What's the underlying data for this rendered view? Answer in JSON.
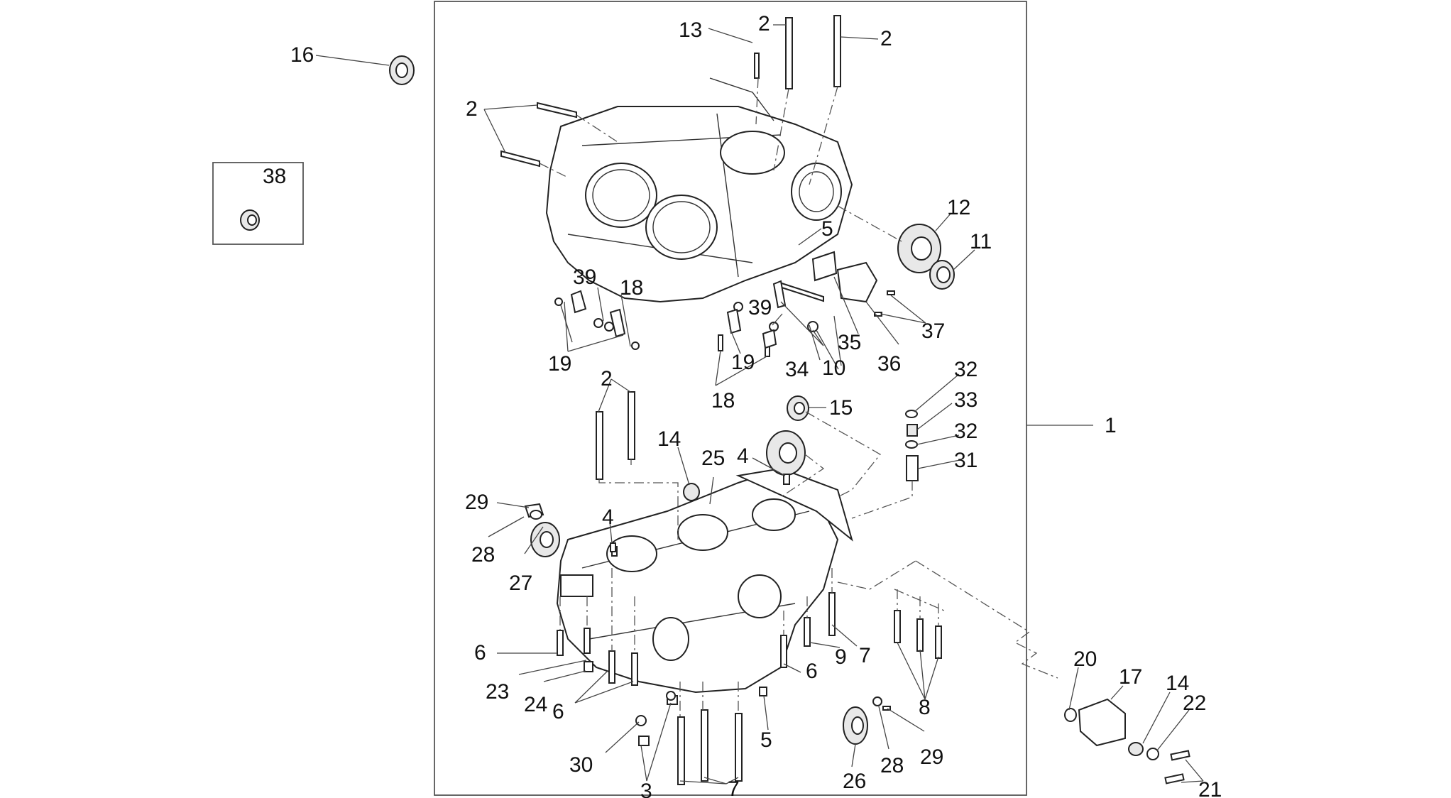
{
  "labels": [
    "1",
    "2",
    "2",
    "2",
    "2",
    "3",
    "4",
    "4",
    "5",
    "5",
    "6",
    "6",
    "6",
    "7",
    "7",
    "8",
    "9",
    "10",
    "11",
    "12",
    "13",
    "14",
    "14",
    "15",
    "16",
    "17",
    "18",
    "18",
    "19",
    "19",
    "20",
    "21",
    "22",
    "23",
    "24",
    "25",
    "26",
    "27",
    "28",
    "28",
    "29",
    "29",
    "30",
    "31",
    "32",
    "32",
    "33",
    "34",
    "35",
    "36",
    "37",
    "38",
    "39",
    "39"
  ]
}
